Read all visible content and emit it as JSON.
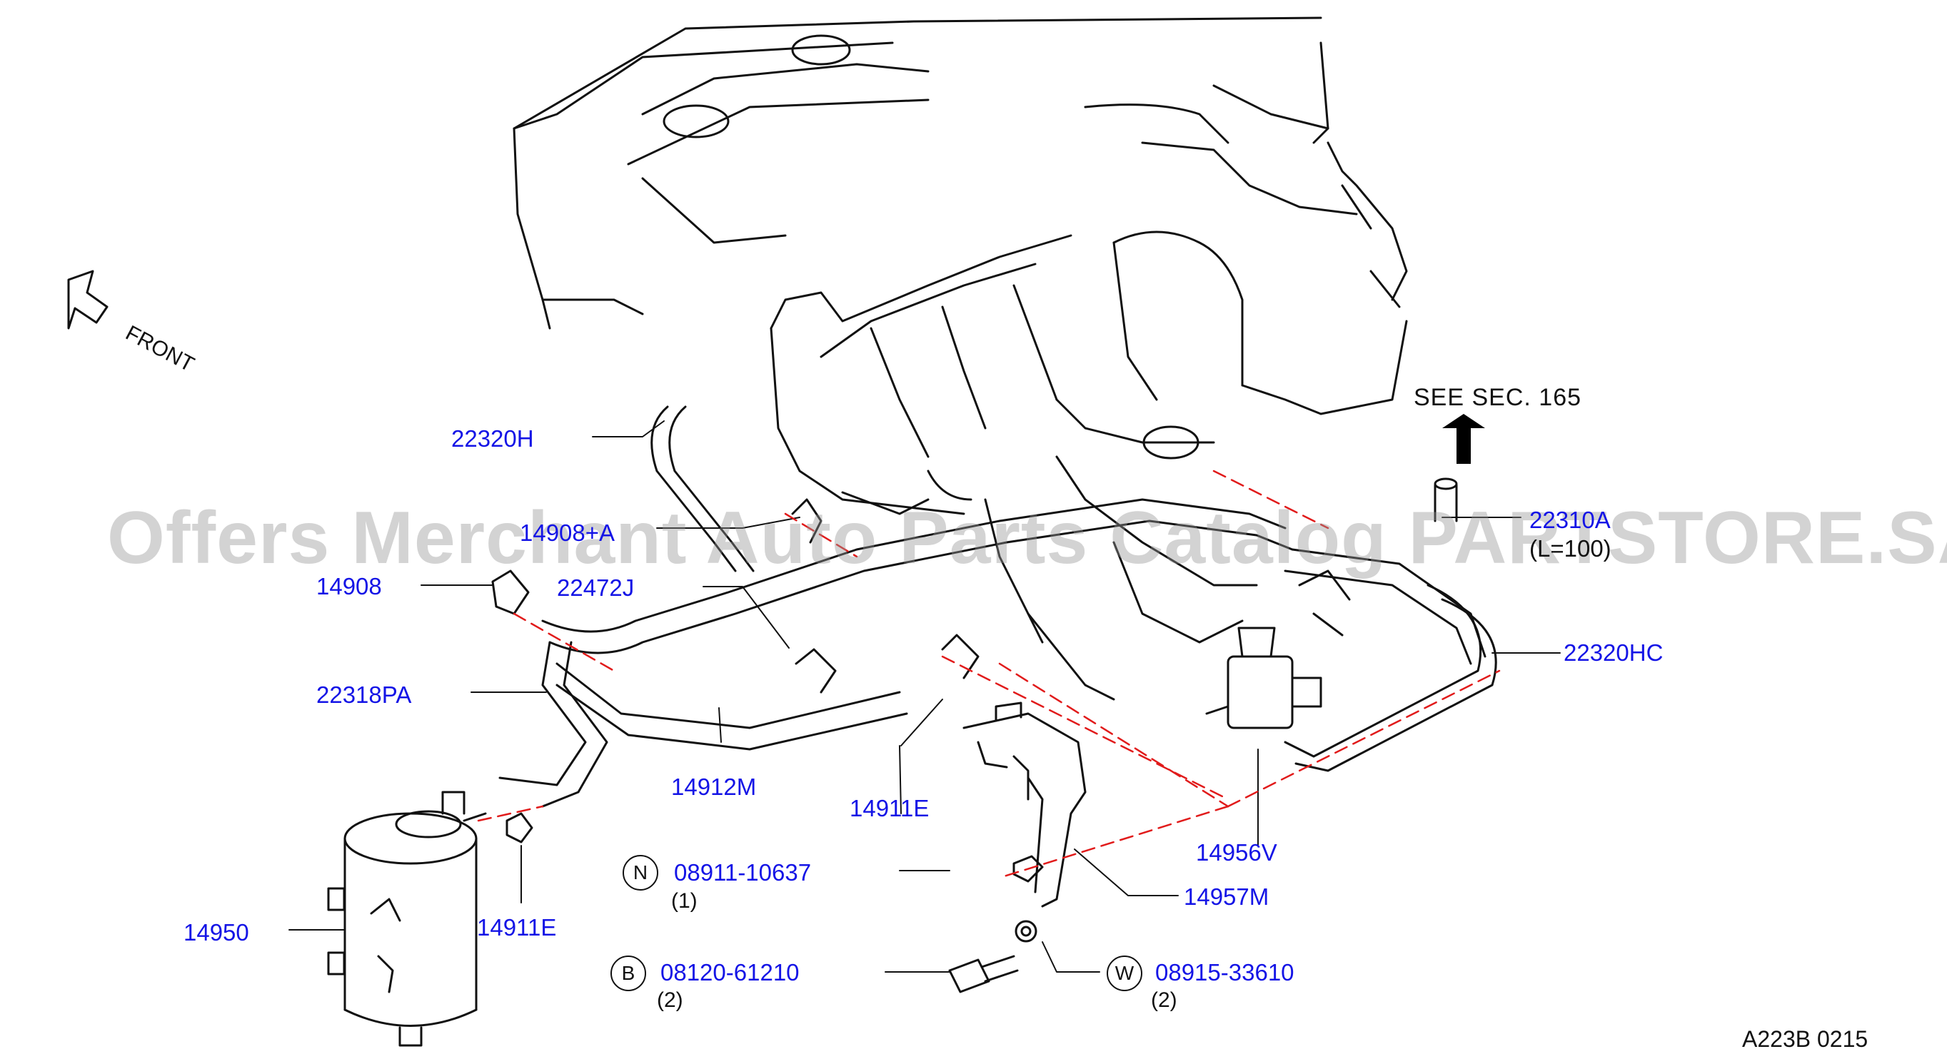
{
  "diagram": {
    "watermark": "Offers Merchant Auto Parts Catalog PARTSTORE.SA",
    "orientation_label": "FRONT",
    "reference_note": "SEE   SEC.  165",
    "footer_code": "A223B   0215",
    "colors": {
      "label": "#1414e6",
      "line": "#111111",
      "dashed_guide": "#e11b1b"
    },
    "parts": {
      "p22320H": "22320H",
      "p14908A": "14908+A",
      "p14908": "14908",
      "p22472J": "22472J",
      "p22318PA": "22318PA",
      "p14912M": "14912M",
      "p14911E_a": "14911E",
      "p14911E_b": "14911E",
      "p14950": "14950",
      "p22310A": "22310A",
      "p22310A_note": "(L=100)",
      "p22320HC": "22320HC",
      "p14956V": "14956V",
      "p14957M": "14957M"
    },
    "fasteners": [
      {
        "symbol": "N",
        "part": "08911-10637",
        "qty": "(1)"
      },
      {
        "symbol": "B",
        "part": "08120-61210",
        "qty": "(2)"
      },
      {
        "symbol": "W",
        "part": "08915-33610",
        "qty": "(2)"
      }
    ]
  }
}
